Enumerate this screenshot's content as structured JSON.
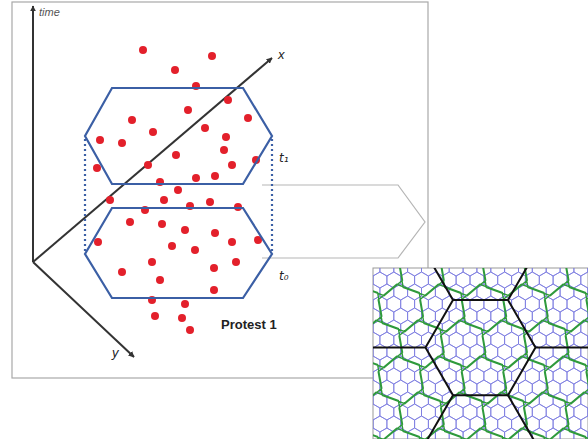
{
  "diagram": {
    "labels": [
      "time",
      "x",
      "y",
      "t₁",
      "t₀",
      "Protest 1"
    ]
  }
}
